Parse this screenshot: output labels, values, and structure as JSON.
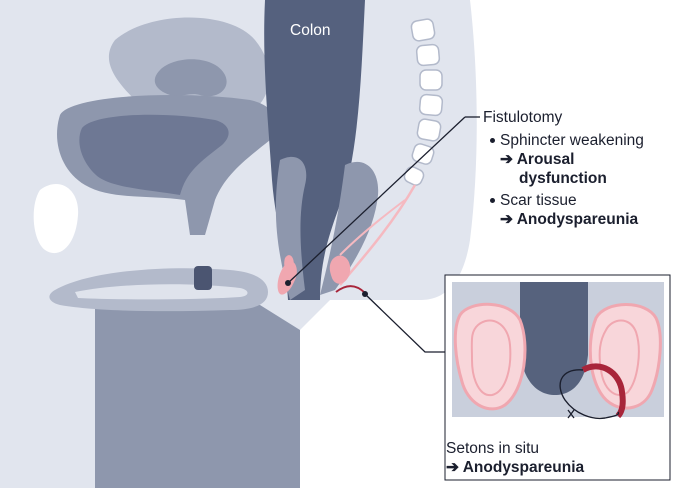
{
  "labels": {
    "colon": "Colon",
    "fistulotomy": "Fistulotomy",
    "sphincter": "Sphincter weakening",
    "arousal_line1": "➔ Arousal",
    "arousal_line2": "dysfunction",
    "scar": "Scar tissue",
    "anodys1": "➔ Anodyspareunia",
    "setons": "Setons in situ",
    "anodys2": "➔ Anodyspareunia"
  },
  "colors": {
    "dark_blue": "#56627d",
    "mid_blue": "#8c95ab",
    "light_blue": "#c4cad9",
    "pale_blue": "#dfe3ec",
    "pink": "#f0a7b0",
    "pale_pink": "#f8d6da",
    "seton_red": "#a8253a",
    "text": "#1b1f2e"
  }
}
